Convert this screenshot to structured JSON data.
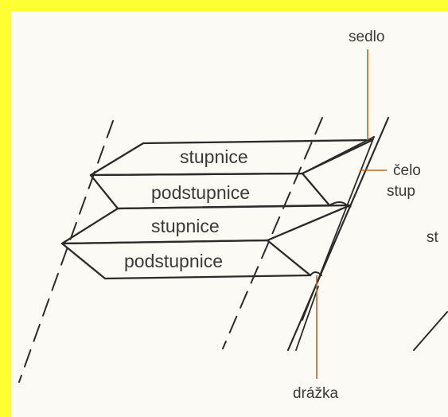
{
  "diagram": {
    "labels": {
      "sedlo": "sedlo",
      "celo_line1": "čelo",
      "celo_line2": "stup",
      "st": "st",
      "tread_upper": "stupnice",
      "riser_upper": "podstupnice",
      "tread_lower": "stupnice",
      "riser_lower": "podstupnice",
      "drazka": "drážka"
    },
    "colors": {
      "frame": "#ffff33",
      "paper": "#fbfaf5",
      "line": "#2b2b2b",
      "leader": "#c4651f",
      "text": "#3a3a3a"
    }
  }
}
